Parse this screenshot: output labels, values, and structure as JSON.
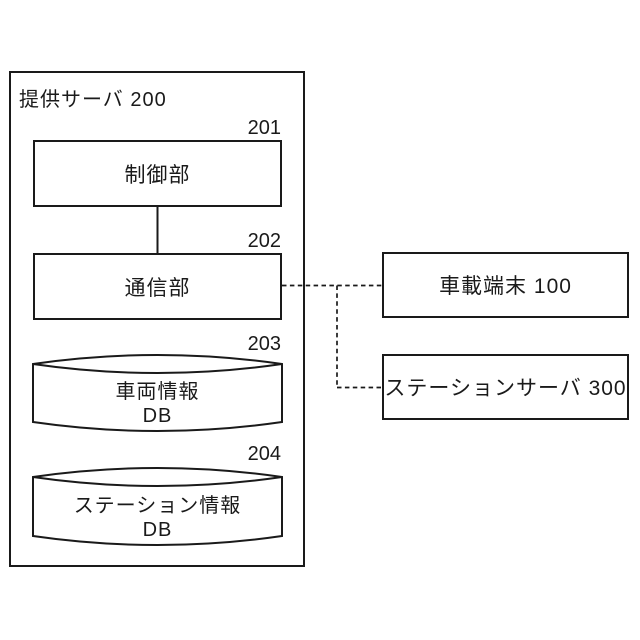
{
  "figure": {
    "colors": {
      "line": "#1a1a1a",
      "background": "#ffffff"
    },
    "server": {
      "label": "提供サーバ 200",
      "blocks": [
        {
          "ref": "201",
          "label": "制御部"
        },
        {
          "ref": "202",
          "label": "通信部"
        }
      ],
      "databases": [
        {
          "ref": "203",
          "line1": "車両情報",
          "line2": "DB"
        },
        {
          "ref": "204",
          "line1": "ステーション情報",
          "line2": "DB"
        }
      ]
    },
    "external": [
      {
        "label": "車載端末 100"
      },
      {
        "label": "ステーションサーバ 300"
      }
    ]
  }
}
